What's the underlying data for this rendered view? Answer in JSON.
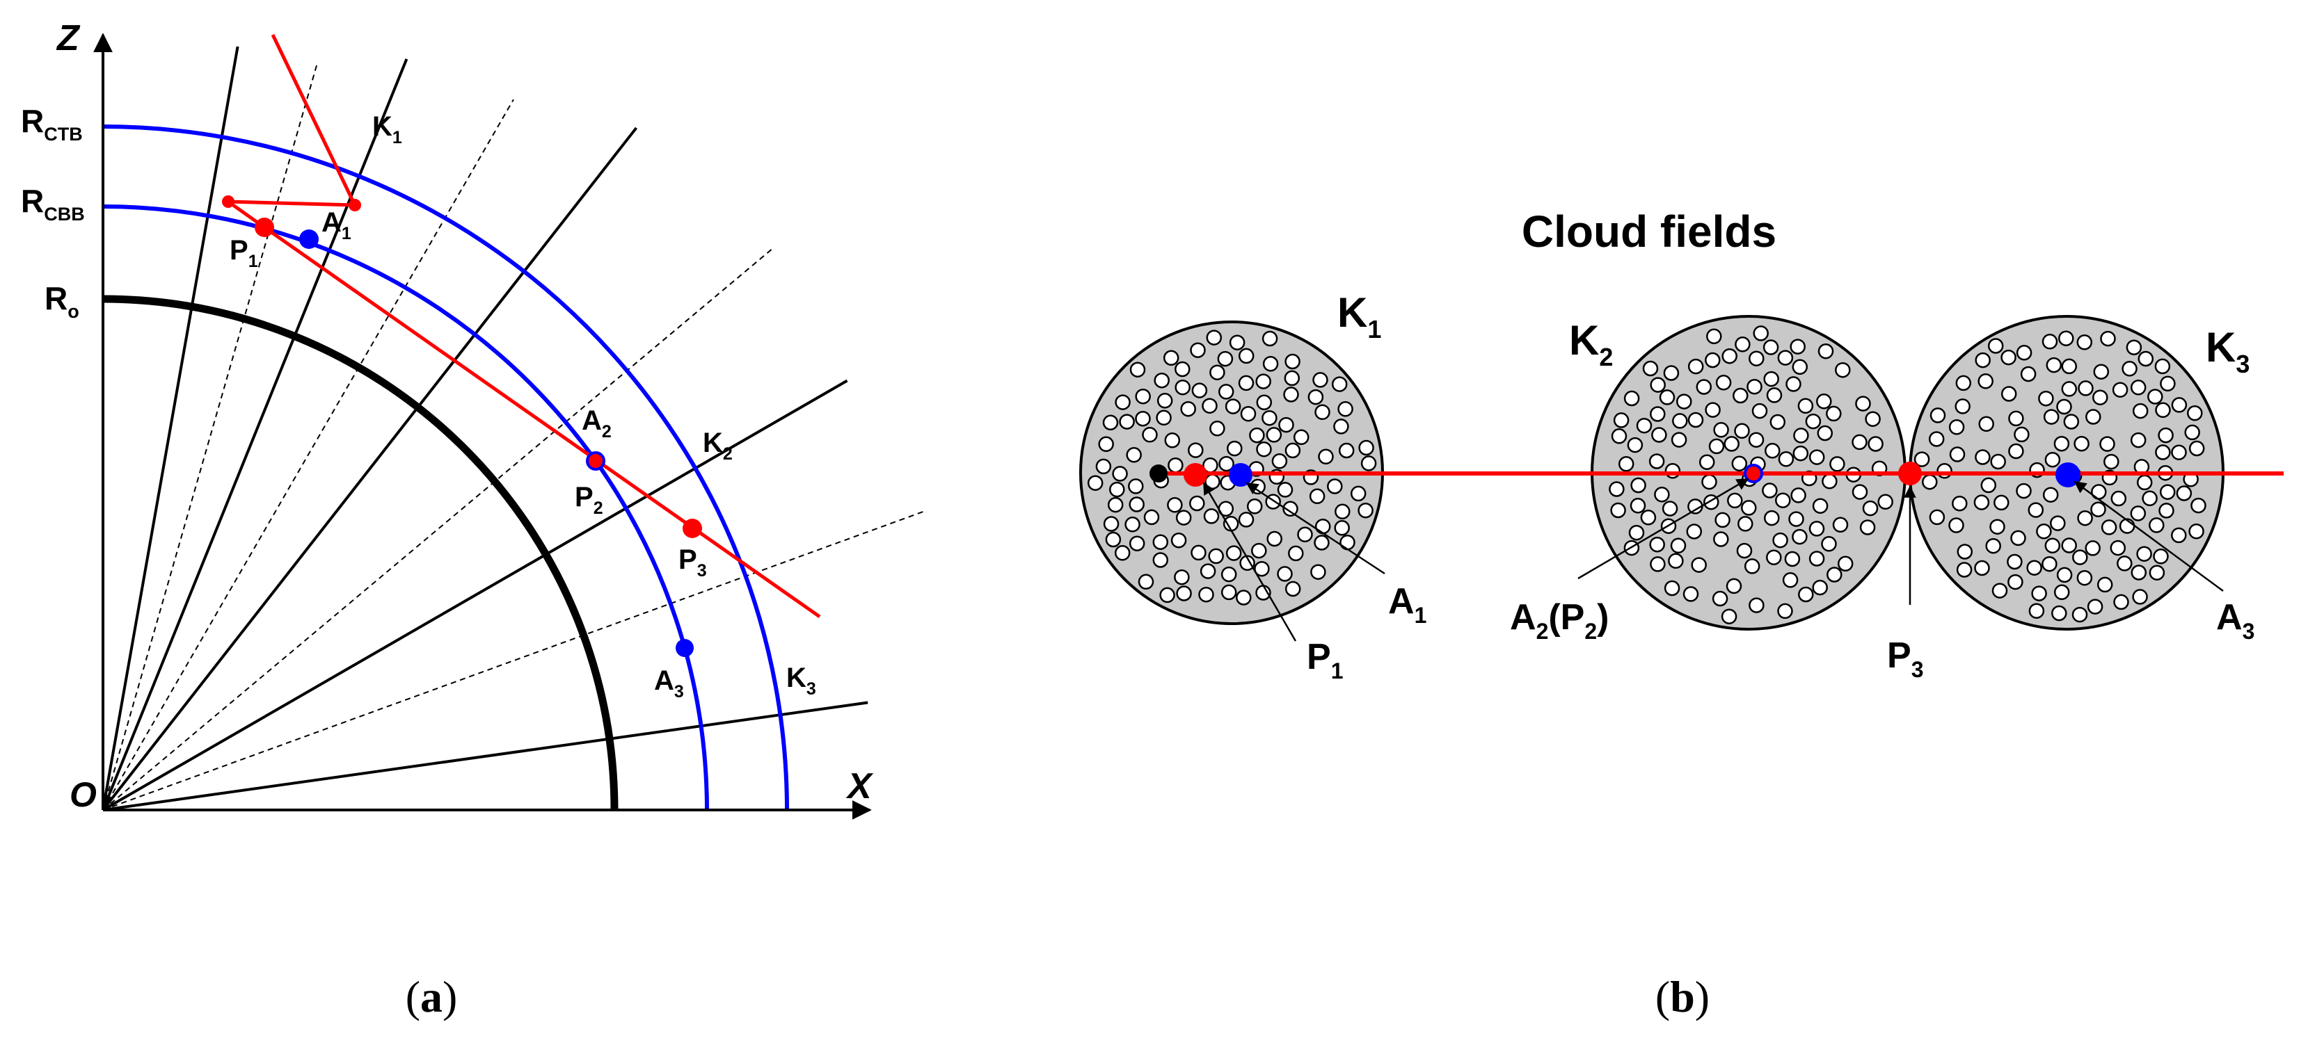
{
  "colors": {
    "background": "#ffffff",
    "ink": "#000000",
    "trajectory": "#ff0000",
    "sphere": "#0000ff",
    "cloud_fill": "#c8c8c8",
    "droplet_fill": "#ffffff"
  },
  "panel_a": {
    "axis_x": "X",
    "axis_z": "Z",
    "origin": "O",
    "caption_open": "(",
    "caption_letter": "a",
    "caption_close": ")",
    "radii": {
      "ctb": {
        "base": "R",
        "sub": "CTB"
      },
      "cbb": {
        "base": "R",
        "sub": "CBB"
      },
      "o": {
        "base": "R",
        "sub": "o"
      }
    },
    "labels": {
      "k1": {
        "base": "K",
        "sub": "1"
      },
      "k2": {
        "base": "K",
        "sub": "2"
      },
      "k3": {
        "base": "K",
        "sub": "3"
      },
      "a1": {
        "base": "A",
        "sub": "1"
      },
      "a2": {
        "base": "A",
        "sub": "2"
      },
      "a3": {
        "base": "A",
        "sub": "3"
      },
      "p1": {
        "base": "P",
        "sub": "1"
      },
      "p2": {
        "base": "P",
        "sub": "2"
      },
      "p3": {
        "base": "P",
        "sub": "3"
      }
    }
  },
  "panel_b": {
    "title": "Cloud fields",
    "caption_open": "(",
    "caption_letter": "b",
    "caption_close": ")",
    "labels": {
      "k1": {
        "base": "K",
        "sub": "1"
      },
      "k2": {
        "base": "K",
        "sub": "2"
      },
      "k3": {
        "base": "K",
        "sub": "3"
      },
      "a1": {
        "base": "A",
        "sub": "1"
      },
      "a2p2": {
        "base1": "A",
        "sub1": "2",
        "mid": "(P",
        "sub2": "2",
        "end": ")"
      },
      "a3": {
        "base": "A",
        "sub": "3"
      },
      "p1": {
        "base": "P",
        "sub": "1"
      },
      "p3": {
        "base": "P",
        "sub": "3"
      }
    }
  }
}
